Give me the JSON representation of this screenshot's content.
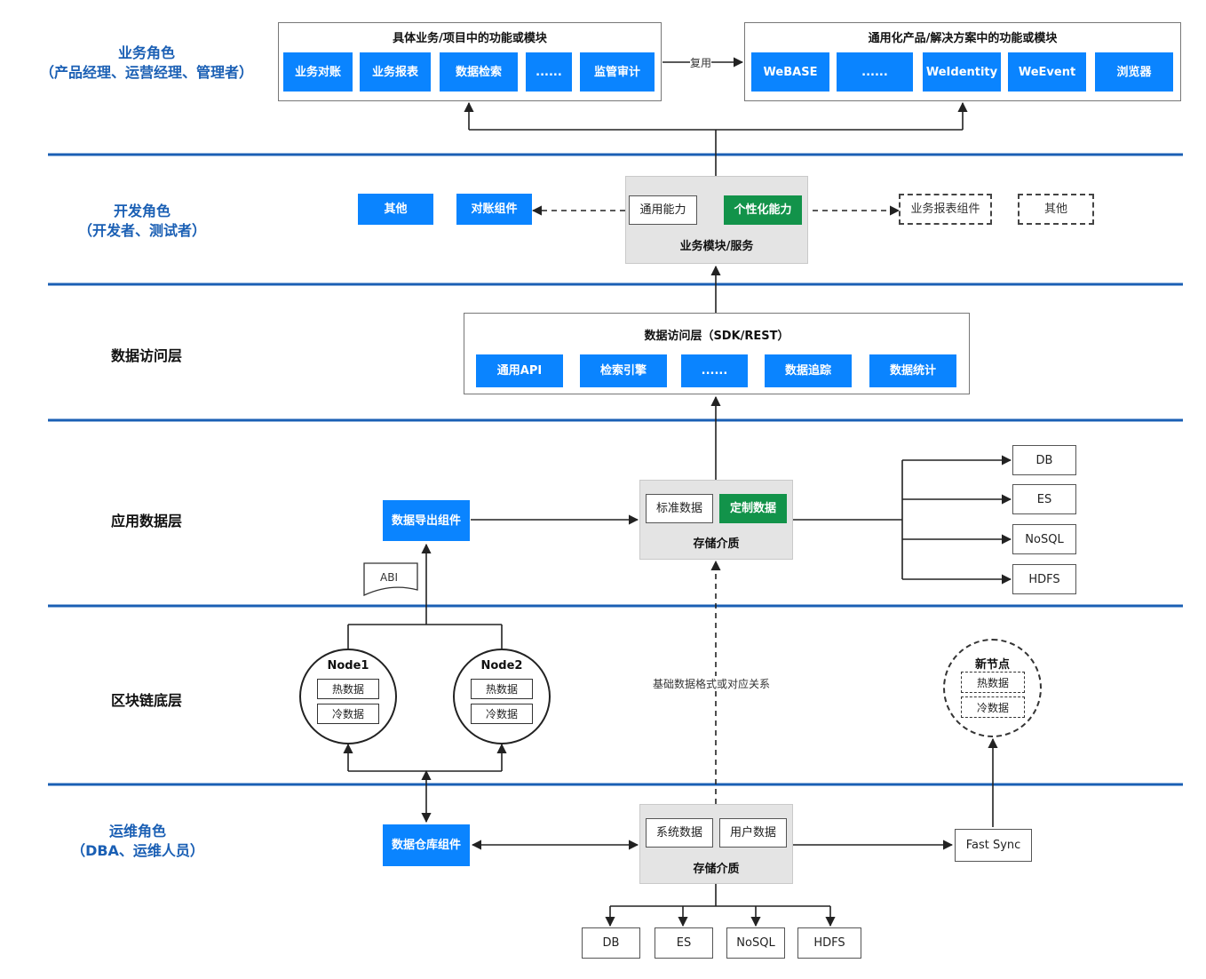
{
  "roles": {
    "business": {
      "title": "业务角色",
      "subtitle": "（产品经理、运营经理、管理者）"
    },
    "developer": {
      "title": "开发角色",
      "subtitle": "（开发者、测试者）"
    },
    "data_access": {
      "title": "数据访问层"
    },
    "app_data": {
      "title": "应用数据层"
    },
    "chain": {
      "title": "区块链底层"
    },
    "ops": {
      "title": "运维角色",
      "subtitle": "（DBA、运维人员）"
    }
  },
  "top_left": {
    "title": "具体业务/项目中的功能或模块",
    "items": [
      "业务对账",
      "业务报表",
      "数据检索",
      "......",
      "监管审计"
    ]
  },
  "reuse_label": "复用",
  "top_right": {
    "title": "通用化产品/解决方案中的功能或模块",
    "items": [
      "WeBASE",
      "......",
      "WeIdentity",
      "WeEvent",
      "浏览器"
    ]
  },
  "dev": {
    "other_left": "其他",
    "recon_component": "对账组件",
    "general_ability": "通用能力",
    "custom_ability": "个性化能力",
    "service_title": "业务模块/服务",
    "report_component": "业务报表组件",
    "other_right": "其他"
  },
  "access": {
    "title": "数据访问层（SDK/REST）",
    "items": [
      "通用API",
      "检索引擎",
      "......",
      "数据追踪",
      "数据统计"
    ]
  },
  "app": {
    "export_component": "数据导出组件",
    "abi": "ABI",
    "standard_data": "标准数据",
    "custom_data": "定制数据",
    "storage_title": "存储介质",
    "targets": [
      "DB",
      "ES",
      "NoSQL",
      "HDFS"
    ]
  },
  "chain": {
    "node1": {
      "title": "Node1",
      "hot": "热数据",
      "cold": "冷数据"
    },
    "node2": {
      "title": "Node2",
      "hot": "热数据",
      "cold": "冷数据"
    },
    "new_node": {
      "title": "新节点",
      "hot": "热数据",
      "cold": "冷数据"
    },
    "mapping_label": "基础数据格式或对应关系"
  },
  "ops": {
    "warehouse_component": "数据仓库组件",
    "system_data": "系统数据",
    "user_data": "用户数据",
    "storage_title": "存储介质",
    "fast_sync": "Fast Sync",
    "targets": [
      "DB",
      "ES",
      "NoSQL",
      "HDFS"
    ]
  },
  "colors": {
    "accent_blue": "#0a84ff",
    "divider_blue": "#1a5fb4",
    "green": "#12934a",
    "red_arrow": "#e00000"
  }
}
